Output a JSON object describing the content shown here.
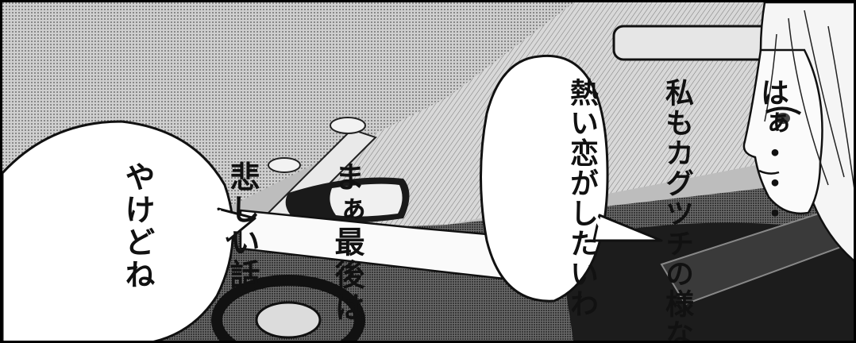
{
  "balloon_right": {
    "lines": [
      "はぁ・・・",
      "私もカグツチの様な",
      "熱い恋がしたいわ"
    ]
  },
  "balloon_left": {
    "lines": [
      "まぁ最後は",
      "悲しい話",
      "やけどね"
    ]
  }
}
